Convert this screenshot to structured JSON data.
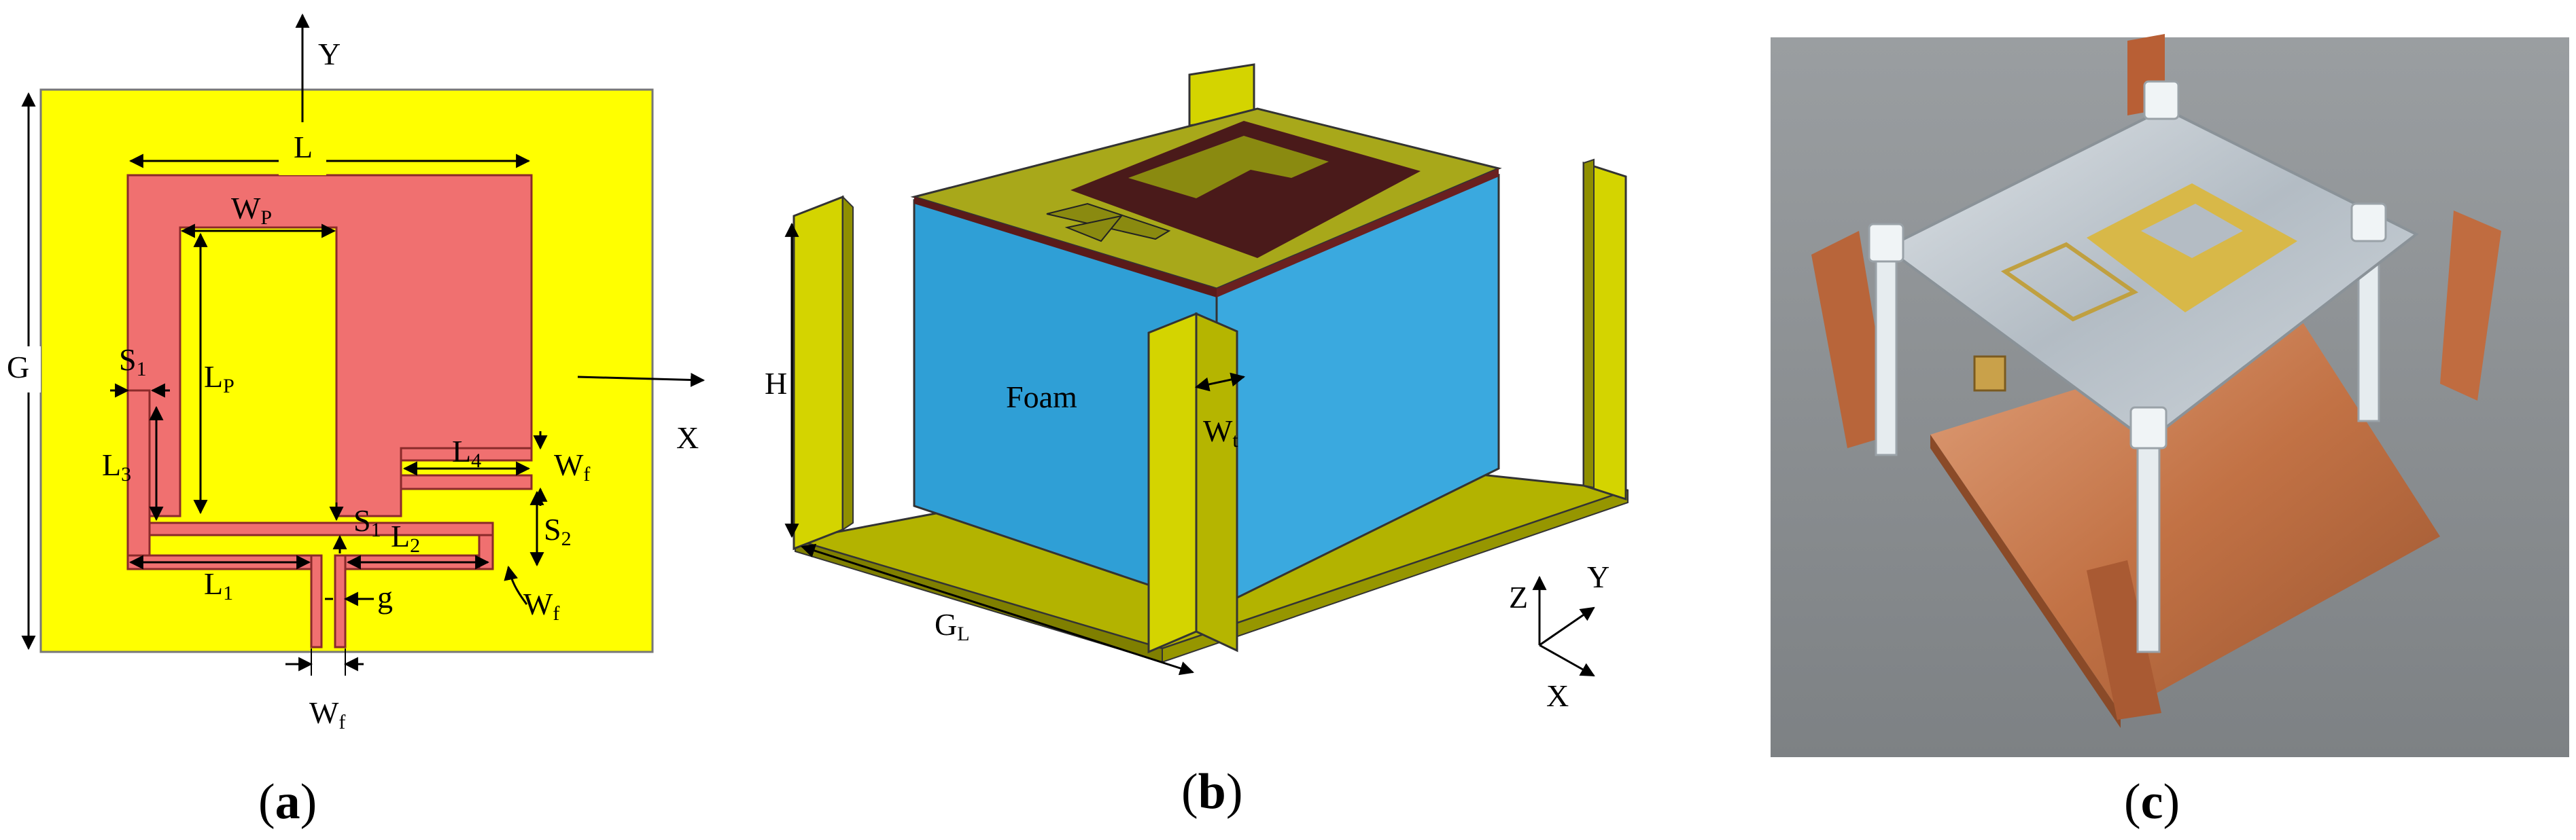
{
  "colors": {
    "substrate": "#ffff00",
    "patch": "#f07070",
    "shadow_line": "#8a2a2a",
    "foam_front": "#2f9fd6",
    "foam_side": "#3aa9df",
    "wall_yellow": "#d4d400",
    "wall_dark": "#9a9a00",
    "top_plate": "#a8a81a",
    "top_patch": "#4a1a1a",
    "ground_copper": "#c8784a",
    "photo_bg": "#8f9396",
    "photo_plate": "#c5ccd2",
    "photo_patch": "#d8b848"
  },
  "panel_a": {
    "axis_y": "Y",
    "axis_x": "X",
    "dim_L": "L",
    "dim_G": "G",
    "dim_Wp_main": "W",
    "dim_Wp_sub": "P",
    "dim_Lp_main": "L",
    "dim_Lp_sub": "P",
    "dim_S1_main": "S",
    "dim_S1_sub": "1",
    "dim_L3_main": "L",
    "dim_L3_sub": "3",
    "dim_L4_main": "L",
    "dim_L4_sub": "4",
    "dim_Wf_right_main": "W",
    "dim_Wf_right_sub": "f",
    "dim_S1b_main": "S",
    "dim_S1b_sub": "1",
    "dim_S2_main": "S",
    "dim_S2_sub": "2",
    "dim_L2_main": "L",
    "dim_L2_sub": "2",
    "dim_L1_main": "L",
    "dim_L1_sub": "1",
    "dim_g": "g",
    "dim_Wf_corner_main": "W",
    "dim_Wf_corner_sub": "f",
    "dim_Wf_bottom_main": "W",
    "dim_Wf_bottom_sub": "f",
    "caption_open": "(",
    "caption_letter": "a",
    "caption_close": ")"
  },
  "panel_b": {
    "foam_label": "Foam",
    "dim_H": "H",
    "dim_Wt_main": "W",
    "dim_Wt_sub": "t",
    "dim_GL_main": "G",
    "dim_GL_sub": "L",
    "axis_z": "Z",
    "axis_y": "Y",
    "axis_x": "X",
    "caption_open": "(",
    "caption_letter": "b",
    "caption_close": ")"
  },
  "panel_c": {
    "caption_open": "(",
    "caption_letter": "c",
    "caption_close": ")"
  }
}
